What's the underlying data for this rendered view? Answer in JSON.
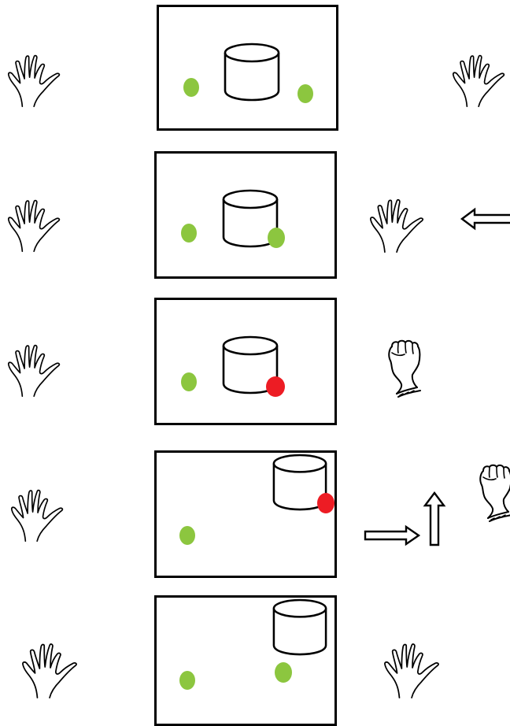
{
  "colors": {
    "outline": "#000000",
    "marker_idle": "#8cc63f",
    "marker_grasped": "#ed1c24",
    "background": "#ffffff"
  },
  "icons": {
    "open_hand": "open-hand-icon",
    "closed_fist": "closed-fist-icon",
    "arrow_left": "arrow-left-icon",
    "arrow_right": "arrow-right-icon",
    "arrow_up": "arrow-up-icon"
  },
  "steps": [
    {
      "step": 1,
      "left_hand": "open",
      "right_hand": "open",
      "cylinder": "on-table",
      "left_marker": "green",
      "right_marker": "green",
      "motion": []
    },
    {
      "step": 2,
      "left_hand": "open",
      "right_hand": "open",
      "cylinder": "on-table",
      "left_marker": "green",
      "right_marker": "green",
      "motion": [
        "left"
      ]
    },
    {
      "step": 3,
      "left_hand": "open",
      "right_hand": "closed",
      "cylinder": "on-table",
      "left_marker": "green",
      "right_marker": "red",
      "motion": []
    },
    {
      "step": 4,
      "left_hand": "open",
      "right_hand": "closed",
      "cylinder": "lifted",
      "left_marker": "green",
      "right_marker": "red",
      "motion": [
        "right",
        "up"
      ]
    },
    {
      "step": 5,
      "left_hand": "open",
      "right_hand": "open",
      "cylinder": "lifted",
      "left_marker": "green",
      "right_marker": "green",
      "motion": []
    }
  ]
}
